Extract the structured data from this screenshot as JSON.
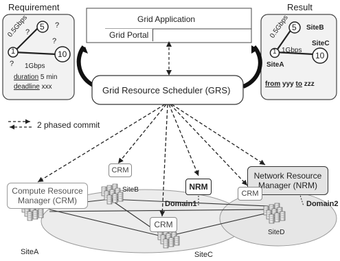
{
  "requirement": {
    "heading": "Requirement",
    "bw_top": "0.5Gbps",
    "bw_bottom": "1Gbps",
    "node_top": "5",
    "node_left": "1",
    "node_right": "10",
    "unknown_top_left": "?",
    "unknown_top_right": "?",
    "unknown_right": "?",
    "unknown_bottom_left": "?",
    "duration_label": "duration",
    "duration_value": "5 min",
    "deadline_label": "deadline",
    "deadline_value": "xxx"
  },
  "result": {
    "heading": "Result",
    "bw_top": "0.5Gbps",
    "bw_bottom": "1Gbps",
    "node_top": "5",
    "node_left": "1",
    "node_right": "10",
    "site_b": "SiteB",
    "site_c": "SiteC",
    "site_a": "SiteA",
    "from_label": "from",
    "from_value": "yyy",
    "to_label": "to",
    "to_value": "zzz"
  },
  "grid_application": "Grid Application",
  "grid_portal": "Grid Portal",
  "grs": "Grid Resource Scheduler (GRS)",
  "legend": {
    "label": "2 phased commit"
  },
  "compute_rm": {
    "line1": "Compute Resource",
    "line2": "Manager (CRM)"
  },
  "network_rm": {
    "line1": "Network Resource",
    "line2": "Manager (NRM)"
  },
  "crm_short": "CRM",
  "nrm_short": "NRM",
  "domains": {
    "d1": "Domain1",
    "d2": "Domain2"
  },
  "sites": {
    "a": "SiteA",
    "b": "SiteB",
    "c": "SiteC",
    "d": "SiteD"
  }
}
